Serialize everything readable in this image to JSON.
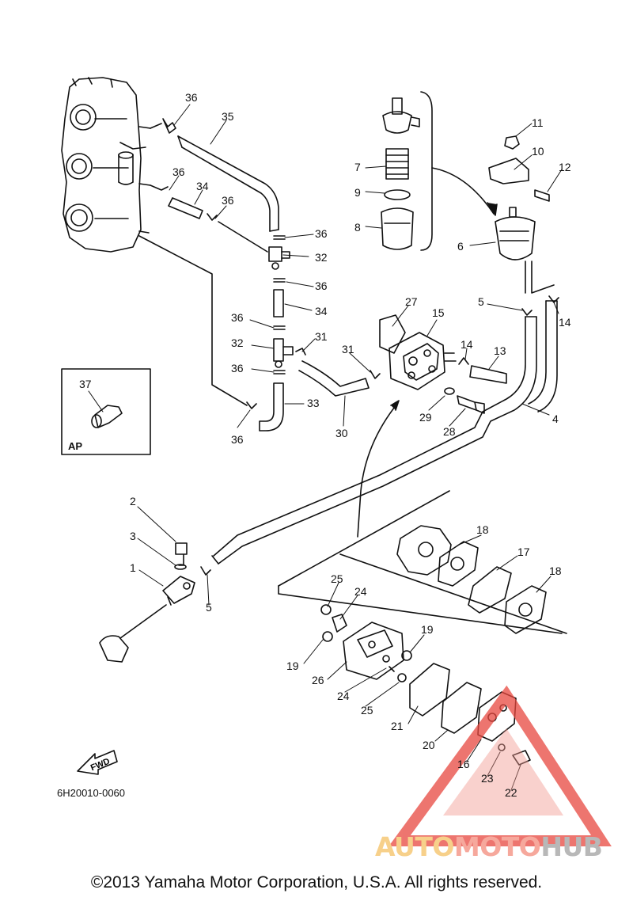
{
  "callouts": [
    {
      "id": "c36a",
      "label": "36"
    },
    {
      "id": "c35",
      "label": "35"
    },
    {
      "id": "c36b",
      "label": "36"
    },
    {
      "id": "c34a",
      "label": "34"
    },
    {
      "id": "c36c",
      "label": "36"
    },
    {
      "id": "c36d",
      "label": "36"
    },
    {
      "id": "c32a",
      "label": "32"
    },
    {
      "id": "c36e",
      "label": "36"
    },
    {
      "id": "c34b",
      "label": "34"
    },
    {
      "id": "c36f",
      "label": "36"
    },
    {
      "id": "c31a",
      "label": "31"
    },
    {
      "id": "c32b",
      "label": "32"
    },
    {
      "id": "c36g",
      "label": "36"
    },
    {
      "id": "c33",
      "label": "33"
    },
    {
      "id": "c36h",
      "label": "36"
    },
    {
      "id": "c7",
      "label": "7"
    },
    {
      "id": "c9",
      "label": "9"
    },
    {
      "id": "c8",
      "label": "8"
    },
    {
      "id": "c11",
      "label": "11"
    },
    {
      "id": "c10",
      "label": "10"
    },
    {
      "id": "c12",
      "label": "12"
    },
    {
      "id": "c6",
      "label": "6"
    },
    {
      "id": "c5a",
      "label": "5"
    },
    {
      "id": "c14a",
      "label": "14"
    },
    {
      "id": "c27",
      "label": "27"
    },
    {
      "id": "c15",
      "label": "15"
    },
    {
      "id": "c14b",
      "label": "14"
    },
    {
      "id": "c13",
      "label": "13"
    },
    {
      "id": "c31b",
      "label": "31"
    },
    {
      "id": "c30",
      "label": "30"
    },
    {
      "id": "c29",
      "label": "29"
    },
    {
      "id": "c28",
      "label": "28"
    },
    {
      "id": "c4",
      "label": "4"
    },
    {
      "id": "c37",
      "label": "37"
    },
    {
      "id": "c2",
      "label": "2"
    },
    {
      "id": "c3",
      "label": "3"
    },
    {
      "id": "c1",
      "label": "1"
    },
    {
      "id": "c5b",
      "label": "5"
    },
    {
      "id": "c18a",
      "label": "18"
    },
    {
      "id": "c17",
      "label": "17"
    },
    {
      "id": "c18b",
      "label": "18"
    },
    {
      "id": "c25a",
      "label": "25"
    },
    {
      "id": "c24a",
      "label": "24"
    },
    {
      "id": "c19a",
      "label": "19"
    },
    {
      "id": "c19b",
      "label": "19"
    },
    {
      "id": "c26",
      "label": "26"
    },
    {
      "id": "c24b",
      "label": "24"
    },
    {
      "id": "c25b",
      "label": "25"
    },
    {
      "id": "c21",
      "label": "21"
    },
    {
      "id": "c20",
      "label": "20"
    },
    {
      "id": "c16",
      "label": "16"
    },
    {
      "id": "c23",
      "label": "23"
    },
    {
      "id": "c22",
      "label": "22"
    }
  ],
  "ap_label": "AP",
  "fwd_label": "FWD",
  "diagram_number": "6H20010-0060",
  "watermark": {
    "part1": "AUTO",
    "part2": "MOTO",
    "part3": "HUB"
  },
  "copyright": "©2013 Yamaha Motor Corporation, U.S.A. All rights reserved.",
  "colors": {
    "line": "#111111",
    "watermark_red": "#e8483f",
    "watermark_yellow": "#f5c46a",
    "watermark_gray": "#a9a9a9"
  }
}
